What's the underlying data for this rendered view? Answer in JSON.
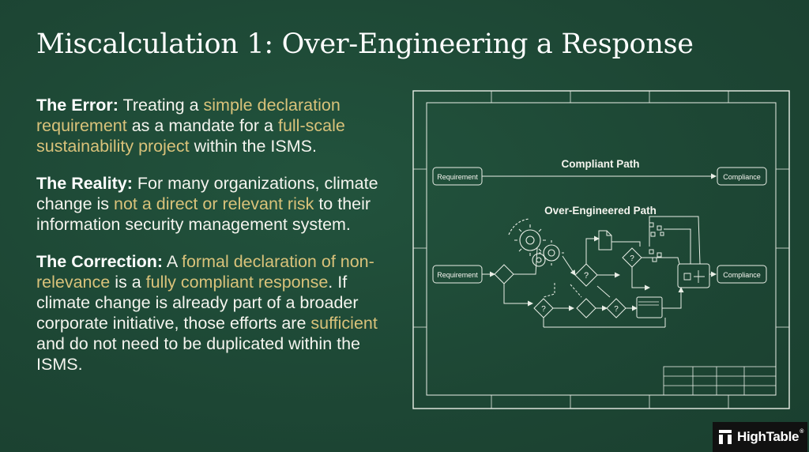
{
  "slide": {
    "title": "Miscalculation 1: Over-Engineering a Response"
  },
  "error": {
    "label": "The Error:",
    "t1": " Treating a ",
    "h1": "simple declaration requirement",
    "t2": " as a mandate for a ",
    "h2": "full-scale sustainability project",
    "t3": " within the ISMS."
  },
  "reality": {
    "label": "The Reality:",
    "t1": " For many organizations, climate change is ",
    "h1": "not a direct or relevant risk",
    "t2": " to their information security management system."
  },
  "correction": {
    "label": "The Correction:",
    "t1": " A ",
    "h1": "formal declaration of non-relevance",
    "t2": " is a ",
    "h2": "fully compliant response",
    "t3": ". If climate change is already part of a broader corporate initiative, those efforts are ",
    "h3": "sufficient",
    "t4": " and do not need to be duplicated within the ISMS."
  },
  "diagram": {
    "compliant_path_label": "Compliant Path",
    "over_engineered_label": "Over-Engineered Path",
    "requirement_label": "Requirement",
    "compliance_label": "Compliance",
    "question_mark": "?"
  },
  "brand": {
    "name": "HighTable",
    "reg": "®"
  },
  "colors": {
    "background": "#1e4a36",
    "highlight": "#d9c27a",
    "text": "#f4f4ee",
    "line": "#e9eee6"
  }
}
